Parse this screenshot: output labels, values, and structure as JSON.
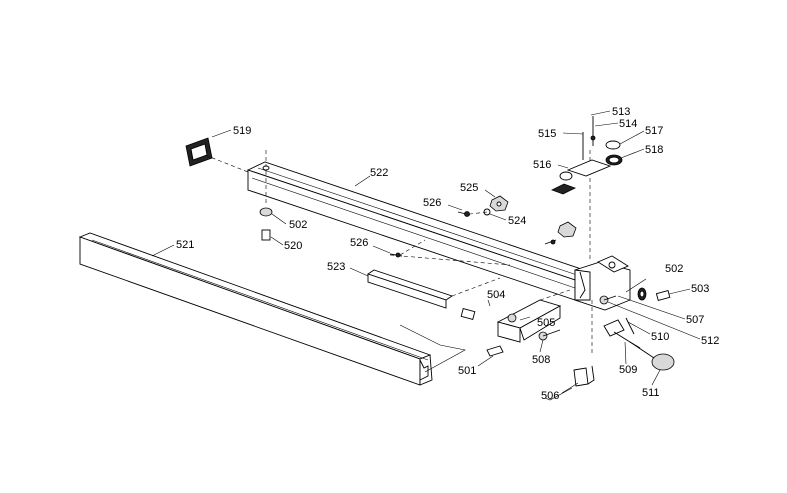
{
  "diagram": {
    "type": "exploded-parts-view",
    "labels": {
      "p513": "513",
      "p514": "514",
      "p515": "515",
      "p517": "517",
      "p518": "518",
      "p516": "516",
      "p519": "519",
      "p522": "522",
      "p525": "525",
      "p526a": "526",
      "p524": "524",
      "p502a": "502",
      "p520": "520",
      "p521": "521",
      "p526b": "526",
      "p523": "523",
      "p504": "504",
      "p502b": "502",
      "p503": "503",
      "p505": "505",
      "p507": "507",
      "p510": "510",
      "p512": "512",
      "p508": "508",
      "p509": "509",
      "p501": "501",
      "p511": "511",
      "p506": "506"
    }
  }
}
